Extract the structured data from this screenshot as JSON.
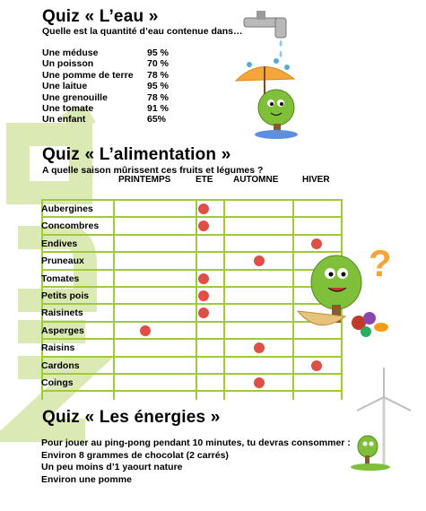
{
  "bg_text": "QUIZ",
  "colors": {
    "green": "#9fcb3a",
    "dot": "#de4f45",
    "light_green": "#dbeab4"
  },
  "water": {
    "title": "Quiz  « L’eau »",
    "subtitle": "Quelle est la quantité d’eau contenue dans…",
    "items": [
      {
        "name": "Une méduse",
        "pct": "95 %"
      },
      {
        "name": "Un poisson",
        "pct": "70 %"
      },
      {
        "name": "Une pomme de terre",
        "pct": "78 %"
      },
      {
        "name": "Une laitue",
        "pct": "95 %"
      },
      {
        "name": "Une grenouille",
        "pct": "78 %"
      },
      {
        "name": "Une tomate",
        "pct": "91 %"
      },
      {
        "name": "Un enfant",
        "pct": "65%"
      }
    ]
  },
  "food": {
    "title": "Quiz « L’alimentation »",
    "subtitle": "A quelle saison mûrissent ces fruits et légumes ?",
    "seasons": [
      "PRINTEMPS",
      "ETE",
      "AUTOMNE",
      "HIVER"
    ],
    "rows": [
      {
        "label": "Aubergines",
        "season": 1
      },
      {
        "label": "Concombres",
        "season": 1
      },
      {
        "label": "Endives",
        "season": 3
      },
      {
        "label": "Pruneaux",
        "season": 2
      },
      {
        "label": "Tomates",
        "season": 1
      },
      {
        "label": "Petits pois",
        "season": 1
      },
      {
        "label": "Raisinets",
        "season": 1
      },
      {
        "label": "Asperges",
        "season": 0
      },
      {
        "label": "Raisins",
        "season": 2
      },
      {
        "label": "Cardons",
        "season": 3
      },
      {
        "label": "Coings",
        "season": 2
      }
    ],
    "question_mark": "?"
  },
  "energy": {
    "title": "Quiz « Les énergies »",
    "intro": "Pour jouer au ping-pong pendant 10 minutes, tu devras consommer :",
    "options": [
      "Environ 8 grammes de chocolat (2 carrés)",
      "Un peu moins d’1 yaourt nature",
      "Environ une pomme"
    ]
  }
}
